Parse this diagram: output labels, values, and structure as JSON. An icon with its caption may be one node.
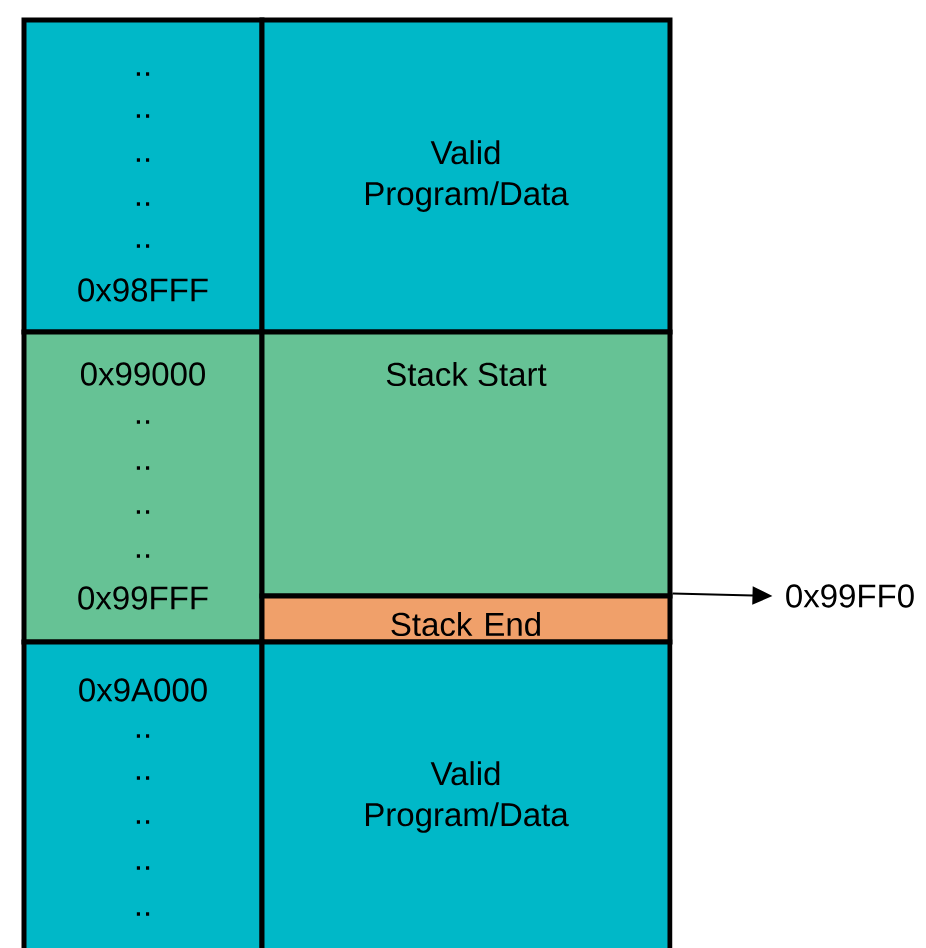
{
  "diagram": {
    "nodes": [
      {
        "text": [
          "..",
          "..",
          "..",
          "..",
          "..",
          "0x98FFF"
        ]
      },
      {
        "text": [
          "Valid Program/Data"
        ]
      },
      {
        "text": [
          "0x99000",
          "..",
          "..",
          "..",
          "..",
          "0x99FFF"
        ]
      },
      {
        "text": [
          "Stack Start"
        ]
      },
      {
        "text": [
          "Stack End"
        ]
      },
      {
        "text": [
          "0x9A000",
          "..",
          "..",
          "..",
          "..",
          ".."
        ]
      },
      {
        "text": [
          "Valid Program/Data"
        ]
      },
      {
        "text": [
          "0x99FF0"
        ]
      }
    ],
    "edges": [
      {
        "from": 4,
        "to": 7,
        "arrow": "to"
      }
    ]
  }
}
